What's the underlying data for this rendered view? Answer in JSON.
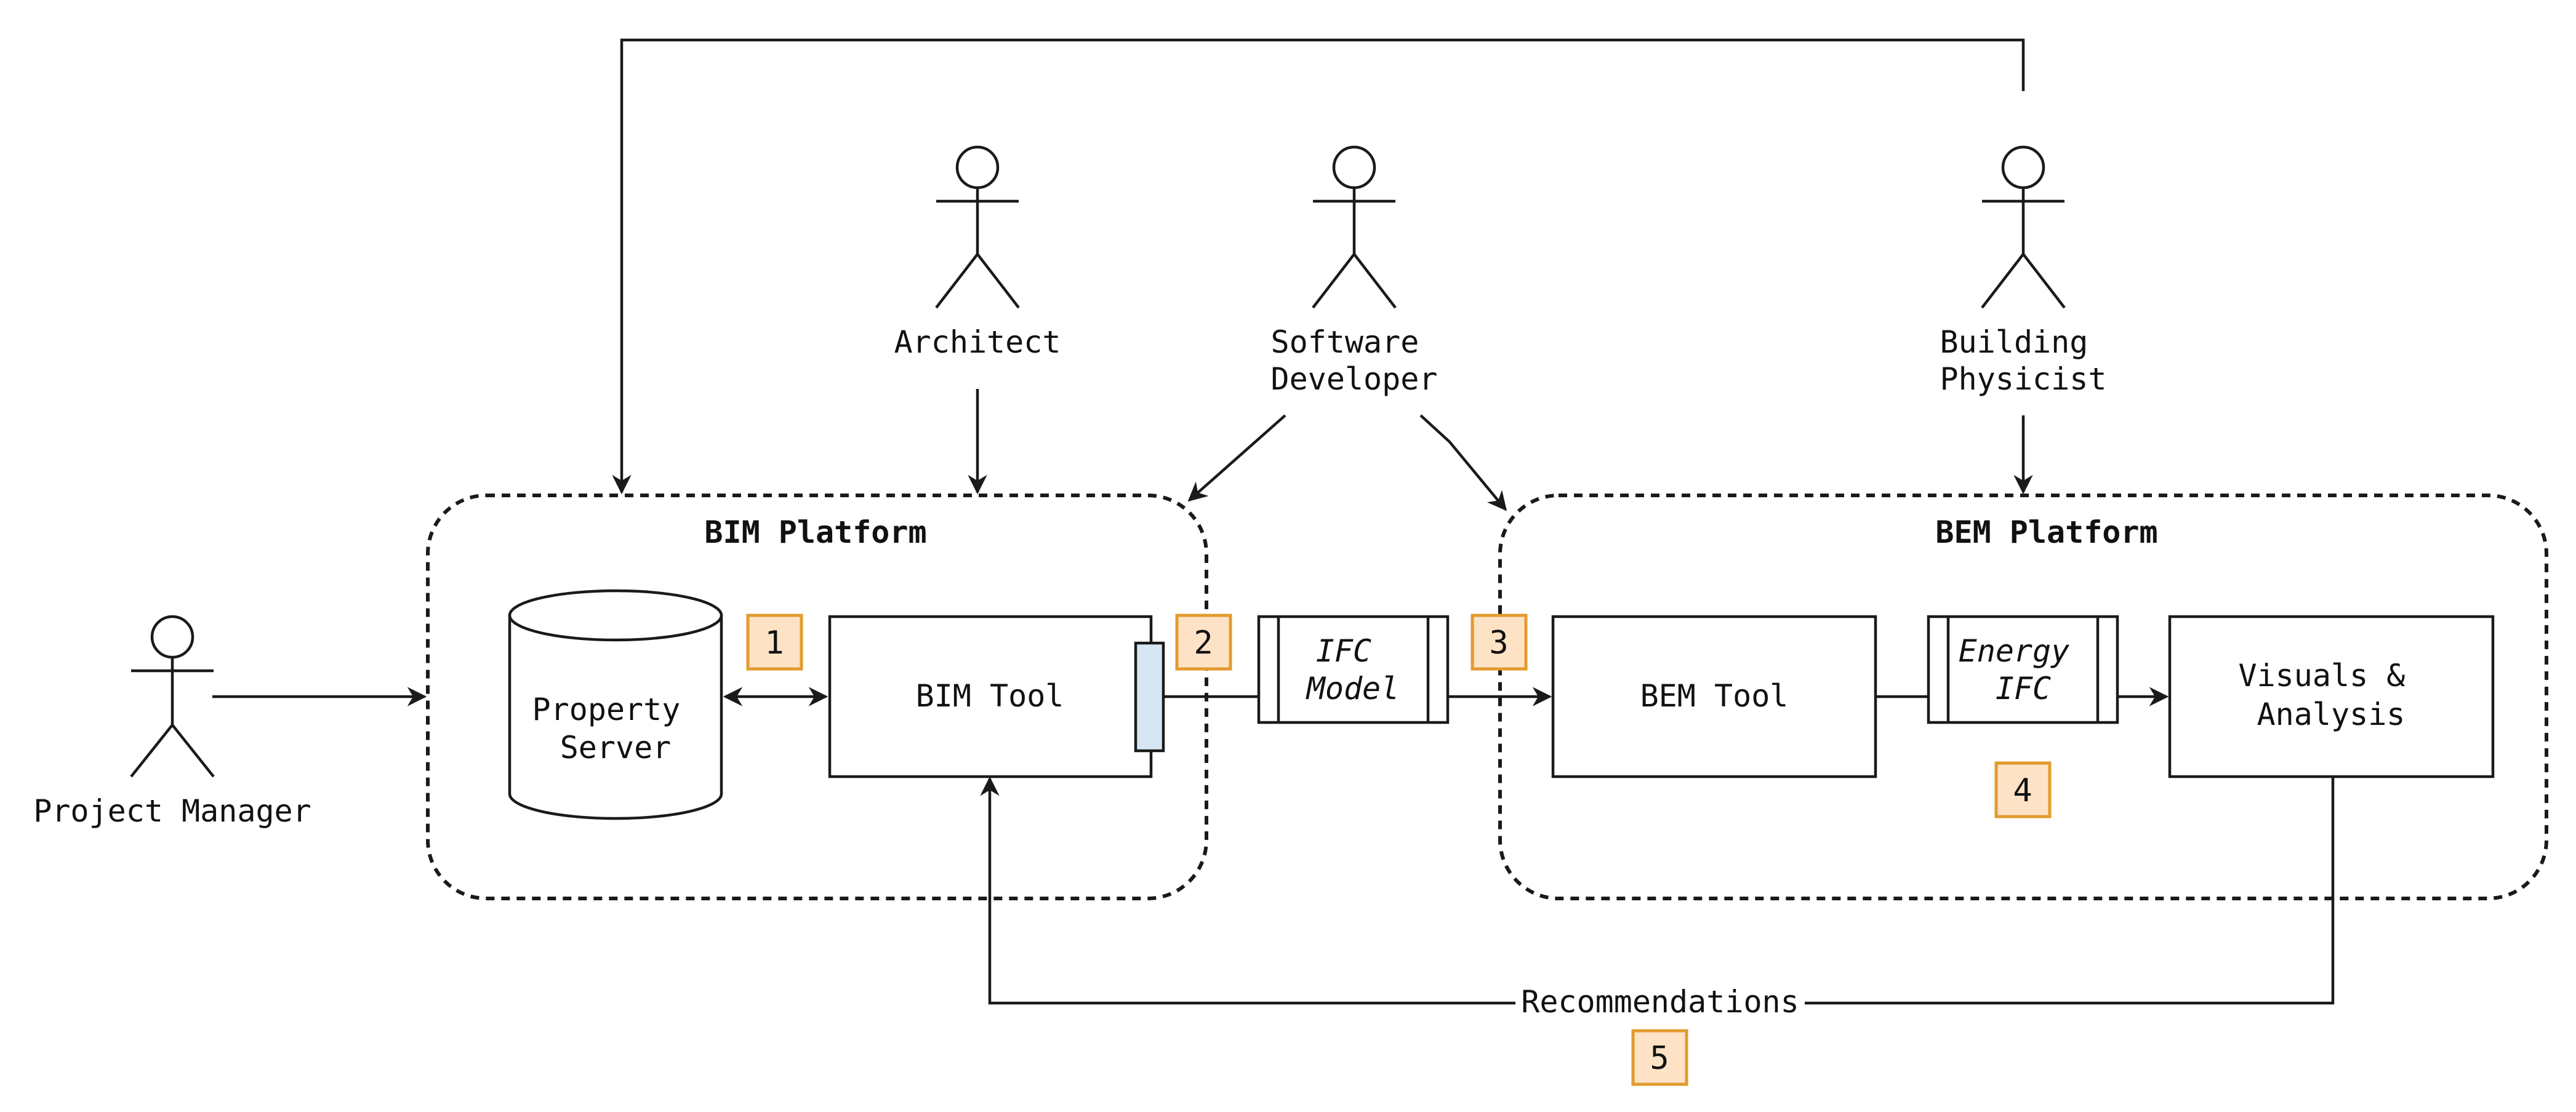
{
  "actors": {
    "project_manager": "Project Manager",
    "architect": "Architect",
    "software_developer": [
      "Software",
      "Developer"
    ],
    "building_physicist": [
      "Building",
      "Physicist"
    ]
  },
  "platforms": {
    "bim": "BIM Platform",
    "bem": "BEM Platform"
  },
  "components": {
    "property_server": [
      "Property",
      "Server"
    ],
    "bim_tool": "BIM Tool",
    "ifc_model": [
      "IFC",
      "Model"
    ],
    "bem_tool": "BEM Tool",
    "energy_ifc": [
      "Energy",
      "IFC"
    ],
    "visuals_analysis": [
      "Visuals &",
      "Analysis"
    ]
  },
  "edges": {
    "recommendations": "Recommendations"
  },
  "steps": [
    "1",
    "2",
    "3",
    "4",
    "5"
  ],
  "colors": {
    "badge_fill": "#fde2c6",
    "badge_border": "#e39b2e",
    "port_fill": "#d6e6f5",
    "line": "#1a1a1a"
  }
}
